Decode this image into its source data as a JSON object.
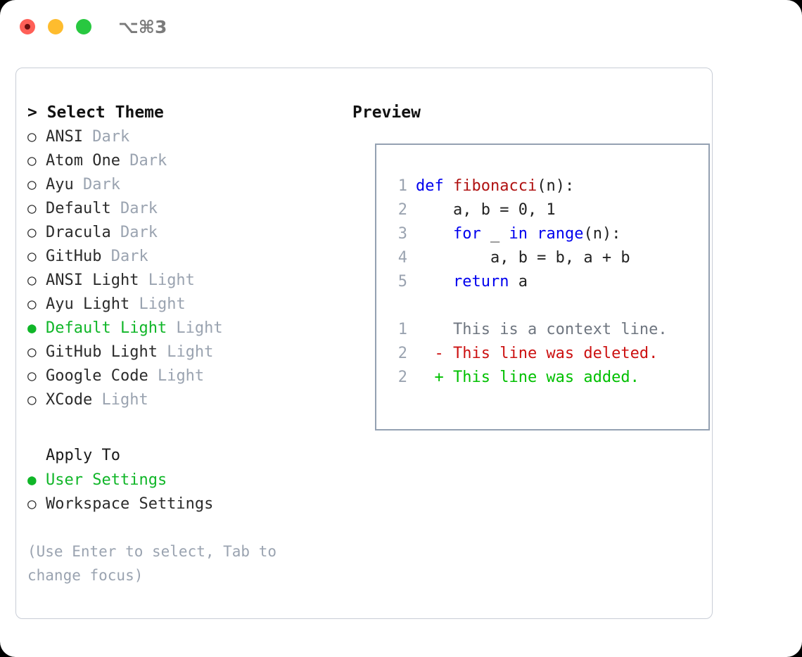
{
  "window": {
    "shortcut": "⌥⌘3",
    "traffic_lights": [
      "close",
      "minimize",
      "maximize"
    ],
    "colors": {
      "close": "#ff5f57",
      "minimize": "#febc2e",
      "maximize": "#28c840",
      "accent_green": "#10b628",
      "muted": "#9aa3b0",
      "border": "#c8cdd6",
      "preview_border": "#94a1b2"
    }
  },
  "theme_picker": {
    "heading": "> Select Theme",
    "marker_unselected": "○",
    "marker_selected": "●",
    "items": [
      {
        "marker": "○",
        "name": "ANSI",
        "tag": "Dark",
        "selected": false
      },
      {
        "marker": "○",
        "name": "Atom One",
        "tag": "Dark",
        "selected": false
      },
      {
        "marker": "○",
        "name": "Ayu",
        "tag": "Dark",
        "selected": false
      },
      {
        "marker": "○",
        "name": "Default",
        "tag": "Dark",
        "selected": false
      },
      {
        "marker": "○",
        "name": "Dracula",
        "tag": "Dark",
        "selected": false
      },
      {
        "marker": "○",
        "name": "GitHub",
        "tag": "Dark",
        "selected": false
      },
      {
        "marker": "○",
        "name": "ANSI Light",
        "tag": "Light",
        "selected": false
      },
      {
        "marker": "○",
        "name": "Ayu Light",
        "tag": "Light",
        "selected": false
      },
      {
        "marker": "●",
        "name": "Default Light",
        "tag": "Light",
        "selected": true
      },
      {
        "marker": "○",
        "name": "GitHub Light",
        "tag": "Light",
        "selected": false
      },
      {
        "marker": "○",
        "name": "Google Code",
        "tag": "Light",
        "selected": false
      },
      {
        "marker": "○",
        "name": "XCode",
        "tag": "Light",
        "selected": false
      }
    ]
  },
  "apply_to": {
    "heading": "Apply To",
    "options": [
      {
        "marker": "●",
        "label": "User Settings",
        "selected": true
      },
      {
        "marker": "○",
        "label": "Workspace Settings",
        "selected": false
      }
    ]
  },
  "hint": "(Use Enter to select, Tab to change focus)",
  "preview": {
    "title": "Preview",
    "code_lines": [
      {
        "num": "1",
        "segments": [
          {
            "text": "def ",
            "style": "kw"
          },
          {
            "text": "fibonacci",
            "style": "fn"
          },
          {
            "text": "(n):",
            "style": "pl"
          }
        ]
      },
      {
        "num": "2",
        "segments": [
          {
            "text": "    a, b = 0, 1",
            "style": "pl"
          }
        ]
      },
      {
        "num": "3",
        "segments": [
          {
            "text": "    ",
            "style": "pl"
          },
          {
            "text": "for",
            "style": "kw"
          },
          {
            "text": " _ ",
            "style": "pl"
          },
          {
            "text": "in range",
            "style": "kw"
          },
          {
            "text": "(n):",
            "style": "pl"
          }
        ]
      },
      {
        "num": "4",
        "segments": [
          {
            "text": "        a, b = b, a + b",
            "style": "pl"
          }
        ]
      },
      {
        "num": "5",
        "segments": [
          {
            "text": "    ",
            "style": "pl"
          },
          {
            "text": "return",
            "style": "kw"
          },
          {
            "text": " a",
            "style": "pl"
          }
        ]
      }
    ],
    "diff_lines": [
      {
        "num": "1",
        "prefix": "  ",
        "text": "This is a context line.",
        "style": "ctx"
      },
      {
        "num": "2",
        "prefix": "- ",
        "text": "This line was deleted.",
        "style": "del"
      },
      {
        "num": "2",
        "prefix": "+ ",
        "text": "This line was added.",
        "style": "add"
      }
    ]
  }
}
